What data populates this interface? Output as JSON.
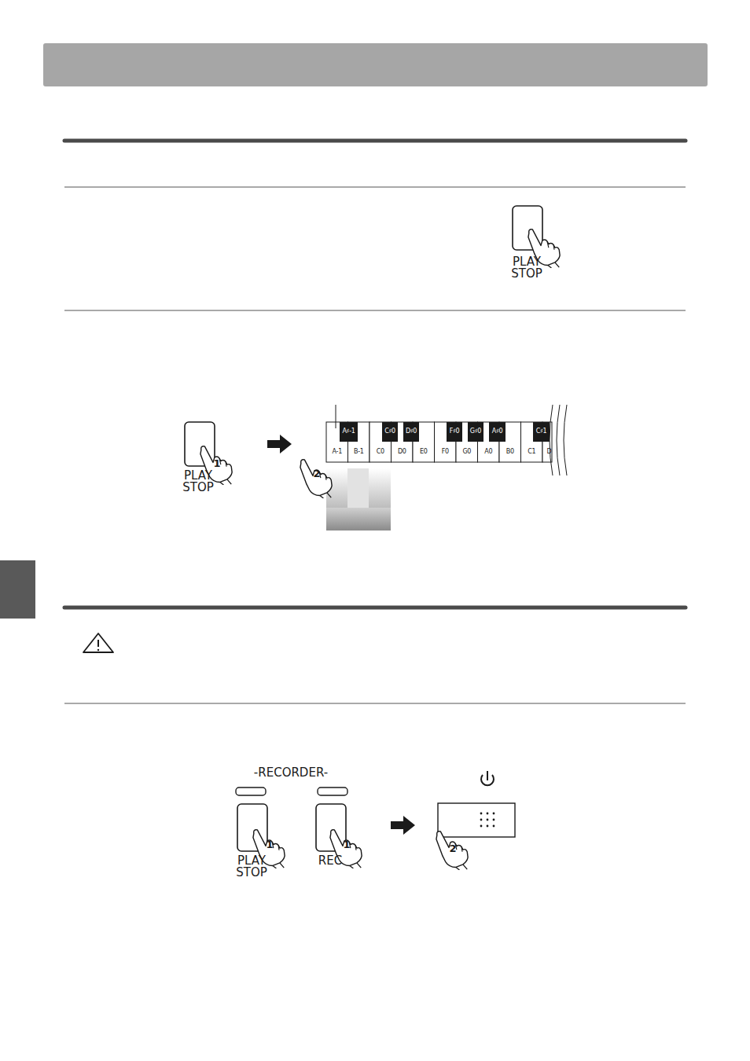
{
  "diagram": {
    "labels": [
      "PLAY STOP",
      "1",
      "PLAY STOP",
      "2",
      "A♯-1",
      "C♯0",
      "D♯0",
      "F♯0",
      "G♯0",
      "A♯0",
      "C♯1",
      "A-1",
      "B-1",
      "C0",
      "D0",
      "E0",
      "F0",
      "G0",
      "A0",
      "B0",
      "C1",
      "D",
      "-RECORDER-",
      "1",
      "PLAY STOP",
      "1",
      "REC",
      "2"
    ]
  }
}
